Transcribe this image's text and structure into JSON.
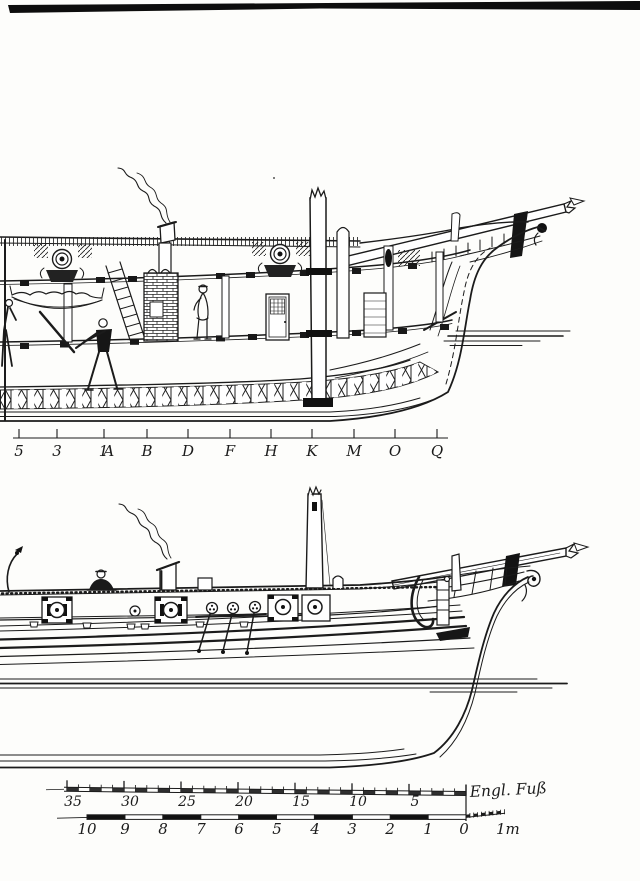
{
  "page": {
    "paper_color": "#fdfdfb",
    "ink_color": "#1b1b1b"
  },
  "station_scale": {
    "labels": [
      "5",
      "3",
      "1A",
      "B",
      "D",
      "F",
      "H",
      "K",
      "M",
      "O",
      "Q"
    ]
  },
  "feet_scale": {
    "tick_labels": [
      "35",
      "30",
      "25",
      "20",
      "15",
      "10",
      "5"
    ],
    "unit_label": "Engl. Fuß",
    "feet_total": 35,
    "labeled_every": 5
  },
  "meter_scale": {
    "tick_labels": [
      "10",
      "9",
      "8",
      "7",
      "6",
      "5",
      "4",
      "3",
      "2",
      "1",
      "0"
    ],
    "unit_label": "1m",
    "meters_total": 10,
    "labeled_every": 1
  }
}
